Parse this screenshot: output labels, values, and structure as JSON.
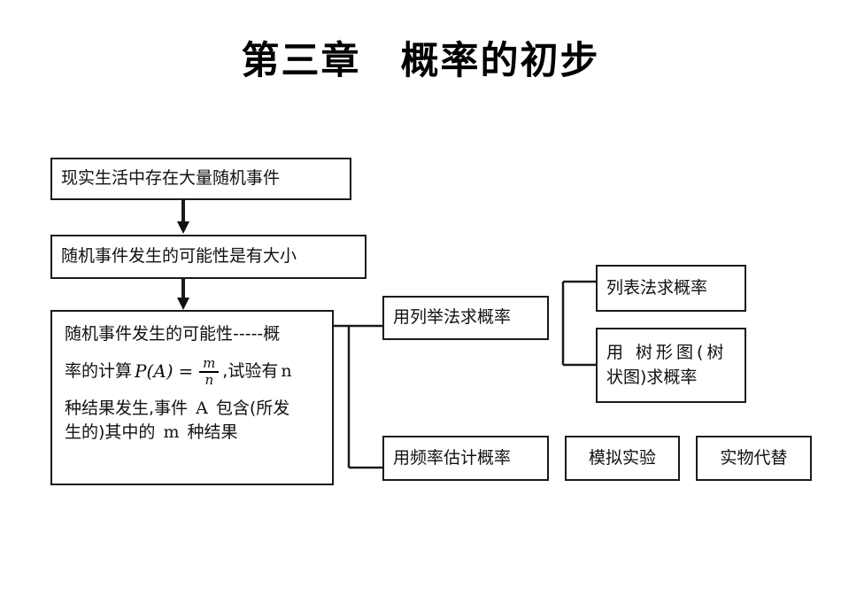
{
  "page": {
    "title": "第三章　概率的初步",
    "background": "#ffffff",
    "line_color": "#1a1a1a"
  },
  "diagram": {
    "type": "flowchart",
    "nodes": {
      "reallife": {
        "label": "现实生活中存在大量随机事件"
      },
      "likelihood": {
        "label": "随机事件发生的可能性是有大小"
      },
      "formula": {
        "line1": "随机事件发生的可能性-----概",
        "line2_pre": "率的计算",
        "line2_pa": "P(A)",
        "line2_eq": "=",
        "numerator": "m",
        "denominator": "n",
        "line2_post": ",试验有",
        "line2_n": "n",
        "line3_pre": "种结果发生,事件",
        "line3_a": "A",
        "line3_post": "包含(所发",
        "line4_pre": "生的)其中的",
        "line4_m": "m",
        "line4_post": "种结果"
      },
      "enumeration": {
        "label": "用列举法求概率"
      },
      "frequency": {
        "label": "用频率估计概率"
      },
      "table_method": {
        "label": "列表法求概率"
      },
      "tree_method": {
        "line1": "用 树形图(树",
        "line2": "状图)求概率"
      },
      "simulation": {
        "label": "模拟实验"
      },
      "substitute": {
        "label": "实物代替"
      }
    },
    "edges": [
      {
        "from": "reallife",
        "to": "likelihood",
        "style": "arrow-down"
      },
      {
        "from": "likelihood",
        "to": "formula",
        "style": "arrow-down"
      },
      {
        "from": "formula",
        "to": "enumeration",
        "style": "bracket"
      },
      {
        "from": "formula",
        "to": "frequency",
        "style": "bracket"
      },
      {
        "from": "enumeration",
        "to": "table_method",
        "style": "bracket"
      },
      {
        "from": "enumeration",
        "to": "tree_method",
        "style": "bracket"
      }
    ]
  }
}
